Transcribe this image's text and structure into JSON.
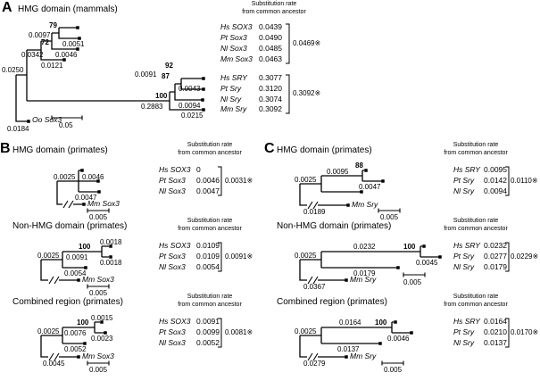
{
  "rate_header": {
    "line1": "Substitution rate",
    "line2": "from common ancestor"
  },
  "panelA": {
    "letter": "A",
    "title": "HMG domain (mammals)",
    "tree": {
      "root_branch": "0.0250",
      "sox3_stem": "0.0342",
      "sox3_internal": "0.0097",
      "boot_hs_pt_sox3": "79",
      "boot_sox3_clade": "72",
      "pt_sox3_terminal": "0.0051",
      "nl_sox3_terminal": "0.0046",
      "mm_sox3_terminal": "0.0121",
      "sry_stem": "0.2883",
      "boot_sry_upper": "92",
      "boot_hs_pt_sry": "87",
      "sry_internal": "0.0091",
      "pt_sry_terminal": "0.0043",
      "boot_sry_clade": "100",
      "nl_sry_terminal": "0.0094",
      "mm_sry_terminal": "0.0215",
      "outgroup_name": "Oo Sox3",
      "outgroup_branch": "0.0184",
      "scale_label": "0.05"
    },
    "taxa": [
      {
        "name": "Hs SOX3",
        "rate": "0.0439"
      },
      {
        "name": "Pt Sox3",
        "rate": "0.0490"
      },
      {
        "name": "Nl Sox3",
        "rate": "0.0485"
      },
      {
        "name": "Mm Sox3",
        "rate": "0.0463"
      },
      {
        "name": "Hs SRY",
        "rate": "0.3077"
      },
      {
        "name": "Pt Sry",
        "rate": "0.3120"
      },
      {
        "name": "Nl Sry",
        "rate": "0.3074"
      },
      {
        "name": "Mm Sry",
        "rate": "0.3092"
      }
    ],
    "avg_sox3": "0.0469※",
    "avg_sry": "0.3092※"
  },
  "panelB": {
    "letter": "B",
    "sections": [
      {
        "title": "HMG domain (primates)",
        "tree": {
          "stem": "0.0025",
          "pt_terminal": "0.0046",
          "nl_terminal": "0.0047",
          "outgroup_name": "Mm Sox3",
          "scale_label": "0.005"
        },
        "taxa": [
          {
            "name": "Hs SOX3",
            "rate": "0"
          },
          {
            "name": "Pt Sox3",
            "rate": "0.0046"
          },
          {
            "name": "Nl Sox3",
            "rate": "0.0047"
          }
        ],
        "avg": "0.0031※"
      },
      {
        "title": "Non-HMG domain (primates)",
        "tree": {
          "stem": "0.0025",
          "internal": "0.0091",
          "bootstrap": "100",
          "hs_terminal": "0.0018",
          "pt_terminal": "0.0018",
          "nl_terminal": "0.0054",
          "outgroup_name": "Mm Sox3",
          "scale_label": "0.005"
        },
        "taxa": [
          {
            "name": "Hs SOX3",
            "rate": "0.0109"
          },
          {
            "name": "Pt Sox3",
            "rate": "0.0109"
          },
          {
            "name": "Nl Sox3",
            "rate": "0.0054"
          }
        ],
        "avg": "0.0091※"
      },
      {
        "title": "Combined region (primates)",
        "tree": {
          "stem": "0.0025",
          "internal": "0.0076",
          "bootstrap": "100",
          "hs_terminal": "0.0015",
          "pt_terminal": "0.0023",
          "nl_terminal": "0.0052",
          "outgroup_branch": "0.0045",
          "outgroup_name": "Mm Sox3",
          "scale_label": "0.005"
        },
        "taxa": [
          {
            "name": "Hs SOX3",
            "rate": "0.0091"
          },
          {
            "name": "Pt Sox3",
            "rate": "0.0099"
          },
          {
            "name": "Nl Sox3",
            "rate": "0.0052"
          }
        ],
        "avg": "0.0081※"
      }
    ]
  },
  "panelC": {
    "letter": "C",
    "sections": [
      {
        "title": "HMG domain (primates)",
        "tree": {
          "stem": "0.0025",
          "internal": "0.0095",
          "bootstrap": "88",
          "pt_terminal": "0.0047",
          "outgroup_branch": "0.0189",
          "outgroup_name": "Mm Sry",
          "scale_label": "0.005"
        },
        "taxa": [
          {
            "name": "Hs SRY",
            "rate": "0.0095"
          },
          {
            "name": "Pt Sry",
            "rate": "0.0142"
          },
          {
            "name": "Nl Sry",
            "rate": "0.0094"
          }
        ],
        "avg": "0.0110※"
      },
      {
        "title": "Non-HMG domain (primates)",
        "tree": {
          "stem": "0.0025",
          "internal": "0.0232",
          "bootstrap": "100",
          "pt_terminal": "0.0045",
          "nl_terminal": "0.0179",
          "outgroup_branch": "0.0367",
          "outgroup_name": "Mm Sry",
          "scale_label": "0.005"
        },
        "taxa": [
          {
            "name": "Hs SRY",
            "rate": "0.0232"
          },
          {
            "name": "Pt Sry",
            "rate": "0.0277"
          },
          {
            "name": "Nl Sry",
            "rate": "0.0179"
          }
        ],
        "avg": "0.0229※"
      },
      {
        "title": "Combined region (primates)",
        "tree": {
          "stem": "0.0025",
          "internal": "0.0164",
          "bootstrap": "100",
          "pt_terminal": "0.0046",
          "nl_terminal": "0.0137",
          "outgroup_branch": "0.0279",
          "outgroup_name": "Mm Sry",
          "scale_label": "0.005"
        },
        "taxa": [
          {
            "name": "Hs SRY",
            "rate": "0.0164"
          },
          {
            "name": "Pt Sry",
            "rate": "0.0210"
          },
          {
            "name": "Nl Sry",
            "rate": "0.0137"
          }
        ],
        "avg": "0.0170※"
      }
    ]
  }
}
